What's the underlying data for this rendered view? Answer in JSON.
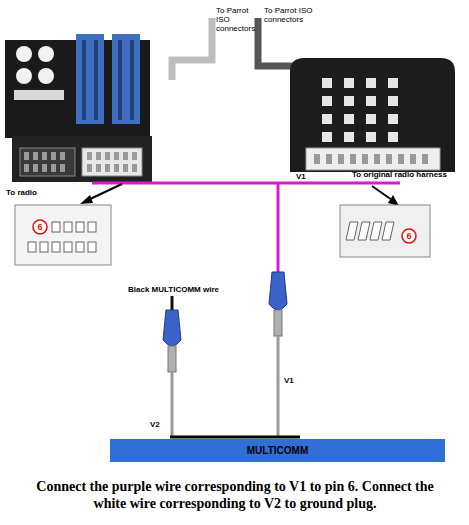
{
  "diagram": {
    "caption": "Connect the purple wire corresponding to V1 to pin 6. Connect the white wire corresponding to V2 to ground plug.",
    "nodes": [
      {
        "text": [
          "MULTICOMM"
        ]
      }
    ],
    "labels": [
      "To Parrot ISO connectors",
      "To Parrot ISO connectors",
      "To radio",
      "To original radio harness",
      "6",
      "V1",
      "6",
      "Black MULTICOMM wire",
      "V1",
      "V2"
    ]
  }
}
